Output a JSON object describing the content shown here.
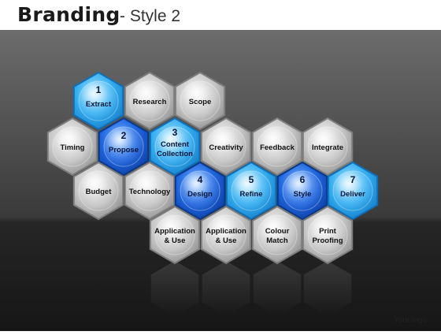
{
  "header": {
    "title": "Branding",
    "subtitle": "- Style 2"
  },
  "footer": {
    "logo_text": "Your logo"
  },
  "colors": {
    "background_top": "#6a6a6a",
    "background_bottom": "#1b1b1b",
    "hex_gray": "#bdbdbd",
    "hex_blue": "#2fa8ec",
    "hex_blue_dark": "#1a5fd8",
    "border": "#8f8f8f"
  },
  "hexagons": [
    {
      "id": "extract",
      "number": "1",
      "label": [
        "Extract"
      ],
      "style": "blue"
    },
    {
      "id": "research",
      "number": "",
      "label": [
        "Research"
      ],
      "style": "gray"
    },
    {
      "id": "scope",
      "number": "",
      "label": [
        "Scope"
      ],
      "style": "gray"
    },
    {
      "id": "timing",
      "number": "",
      "label": [
        "Timing"
      ],
      "style": "gray"
    },
    {
      "id": "propose",
      "number": "2",
      "label": [
        "Propose"
      ],
      "style": "blue-dark"
    },
    {
      "id": "content-collection",
      "number": "3",
      "label": [
        "Content",
        "Collection"
      ],
      "style": "blue"
    },
    {
      "id": "creativity",
      "number": "",
      "label": [
        "Creativity"
      ],
      "style": "gray"
    },
    {
      "id": "feedback",
      "number": "",
      "label": [
        "Feedback"
      ],
      "style": "gray"
    },
    {
      "id": "integrate",
      "number": "",
      "label": [
        "Integrate"
      ],
      "style": "gray"
    },
    {
      "id": "budget",
      "number": "",
      "label": [
        "Budget"
      ],
      "style": "gray"
    },
    {
      "id": "technology",
      "number": "",
      "label": [
        "Technology"
      ],
      "style": "gray"
    },
    {
      "id": "design",
      "number": "4",
      "label": [
        "Design"
      ],
      "style": "blue-dark"
    },
    {
      "id": "refine",
      "number": "5",
      "label": [
        "Refine"
      ],
      "style": "blue"
    },
    {
      "id": "style",
      "number": "6",
      "label": [
        "Style"
      ],
      "style": "blue-dark"
    },
    {
      "id": "deliver",
      "number": "7",
      "label": [
        "Deliver"
      ],
      "style": "blue"
    },
    {
      "id": "application-use-1",
      "number": "",
      "label": [
        "Application",
        "& Use"
      ],
      "style": "gray"
    },
    {
      "id": "application-use-2",
      "number": "",
      "label": [
        "Application",
        "& Use"
      ],
      "style": "gray"
    },
    {
      "id": "colour-match",
      "number": "",
      "label": [
        "Colour",
        "Match"
      ],
      "style": "gray"
    },
    {
      "id": "print-proofing",
      "number": "",
      "label": [
        "Print",
        "Proofing"
      ],
      "style": "gray"
    }
  ]
}
